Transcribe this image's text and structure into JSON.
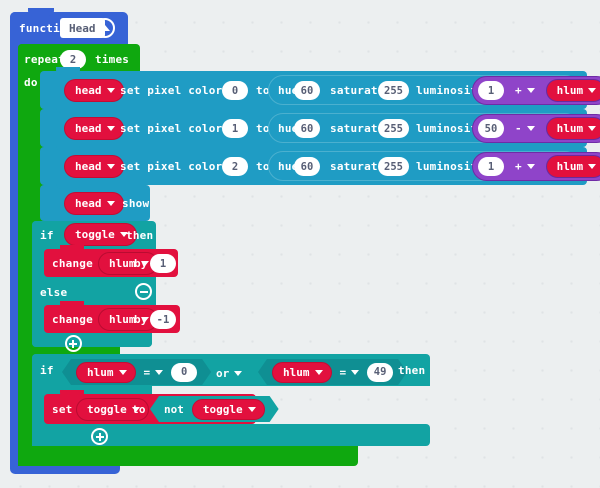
{
  "editor": {
    "background_color": "#eceff0",
    "grid_dot_color": "#dfe3e5"
  },
  "palette": {
    "function_blue": "#3763d6",
    "loop_green": "#0fa80f",
    "light_blue": "#1f9cc4",
    "teal": "#12a3a3",
    "red": "#e2103e",
    "purple": "#8f44c9",
    "white": "#ffffff"
  },
  "function_block": {
    "keyword": "function",
    "name_value": "Head",
    "collapse_icon": "chevron-up-circle-icon"
  },
  "repeat_block": {
    "keyword": "repeat",
    "count": "2",
    "times_label": "times",
    "do_label": "do"
  },
  "pixel_rows": [
    {
      "target": "head",
      "action": "set pixel color at",
      "index": "0",
      "to_label": "to",
      "hue_label": "hue",
      "hue": "60",
      "saturation_label": "saturation",
      "saturation": "255",
      "luminosity_label": "luminosity",
      "operand_left": "1",
      "operator": "+",
      "operand_right": "hlum"
    },
    {
      "target": "head",
      "action": "set pixel color at",
      "index": "1",
      "to_label": "to",
      "hue_label": "hue",
      "hue": "60",
      "saturation_label": "saturation",
      "saturation": "255",
      "luminosity_label": "luminosity",
      "operand_left": "50",
      "operator": "-",
      "operand_right": "hlum"
    },
    {
      "target": "head",
      "action": "set pixel color at",
      "index": "2",
      "to_label": "to",
      "hue_label": "hue",
      "hue": "60",
      "saturation_label": "saturation",
      "saturation": "255",
      "luminosity_label": "luminosity",
      "operand_left": "1",
      "operator": "+",
      "operand_right": "hlum"
    }
  ],
  "show_block": {
    "target": "head",
    "action": "show"
  },
  "if_toggle_block": {
    "if_label": "if",
    "condition_var": "toggle",
    "then_label": "then",
    "else_label": "else",
    "minus_icon": "minus-circle-icon",
    "plus_icon": "plus-circle-icon",
    "then_body": {
      "keyword": "change",
      "variable": "hlum",
      "by_label": "by",
      "amount": "1"
    },
    "else_body": {
      "keyword": "change",
      "variable": "hlum",
      "by_label": "by",
      "amount": "-1"
    }
  },
  "if_compare_block": {
    "if_label": "if",
    "then_label": "then",
    "plus_icon": "plus-circle-icon",
    "left": {
      "variable": "hlum",
      "operator": "=",
      "value": "0"
    },
    "join_operator": "or",
    "right": {
      "variable": "hlum",
      "operator": "=",
      "value": "49"
    },
    "body": {
      "set_label": "set",
      "variable": "toggle",
      "to_label": "to",
      "not_label": "not",
      "not_operand": "toggle"
    }
  }
}
